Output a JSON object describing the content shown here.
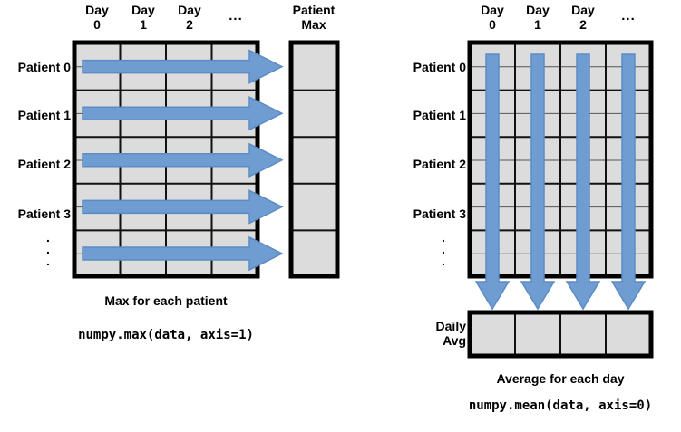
{
  "diagram": {
    "title_left": "Max for each patient",
    "title_right": "Average for each day",
    "code_left": "numpy.max(data, axis=1)",
    "code_right": "numpy.mean(data, axis=0)",
    "colors": {
      "arrow": "#6f9dd1",
      "arrow_stroke": "#5b8cc4",
      "cell_fill": "#dcdcdc",
      "grid_line": "#333333",
      "outer_border": "#000000",
      "background": "#ffffff",
      "text": "#000000"
    }
  },
  "left_panel": {
    "column_headers": [
      "Day\n0",
      "Day\n1",
      "Day\n2",
      "..."
    ],
    "result_header": "Patient\nMax",
    "row_labels": [
      "Patient 0",
      "Patient 1",
      "Patient 2",
      "Patient 3"
    ],
    "ellipsis_rows": ".\n.\n.",
    "caption": "Max for each patient",
    "code": "numpy.max(data, axis=1)",
    "grid": {
      "columns": 4,
      "row_bands": 5,
      "subrows_per_band": 2
    },
    "arrow_direction": "right",
    "arrow_count": 5,
    "result_cells": 5
  },
  "right_panel": {
    "column_headers": [
      "Day\n0",
      "Day\n1",
      "Day\n2",
      "..."
    ],
    "row_labels": [
      "Patient 0",
      "Patient 1",
      "Patient 2",
      "Patient 3"
    ],
    "ellipsis_rows": ".\n.\n.",
    "result_label": "Daily\nAvg",
    "caption": "Average for each day",
    "code": "numpy.mean(data, axis=0)",
    "grid": {
      "columns": 4,
      "row_bands": 5,
      "subrows_per_band": 2
    },
    "arrow_direction": "down",
    "arrow_count": 4,
    "result_cells": 4
  }
}
